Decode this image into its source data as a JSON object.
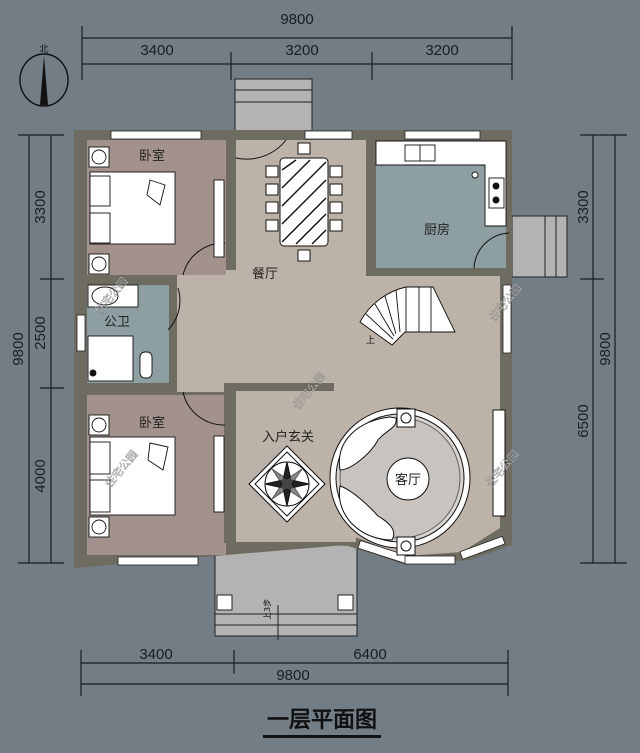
{
  "drawing": {
    "title": "一层平面图",
    "north_label": "北",
    "colors": {
      "background": "#737d86",
      "wall": "#6e6c60",
      "bedroom_floor": "#a3918e",
      "public_floor": "#bdb2a7",
      "wet_floor": "#8e9fa1",
      "porch": "#b3b3b3",
      "furniture": "#ffffff"
    }
  },
  "dimensions": {
    "top": {
      "total": "9800",
      "segments": [
        "3400",
        "3200",
        "3200"
      ]
    },
    "bottom": {
      "total": "9800",
      "segments": [
        "3400",
        "6400"
      ]
    },
    "left": {
      "total": "9800",
      "segments": [
        "3300",
        "2500",
        "4000"
      ]
    },
    "right": {
      "total": "9800",
      "segments": [
        "3300",
        "6500"
      ]
    }
  },
  "rooms": {
    "bedroom_top": "卧室",
    "dining": "餐厅",
    "kitchen": "厨房",
    "bathroom": "公卫",
    "bedroom_bottom": "卧室",
    "foyer": "入户玄关",
    "living": "客厅"
  },
  "labels": {
    "stair_up": "上",
    "entry_up": "上3步"
  },
  "watermarks": [
    "住宅公园",
    "住宅公园",
    "住宅公园",
    "住宅公园",
    "住宅公园"
  ]
}
